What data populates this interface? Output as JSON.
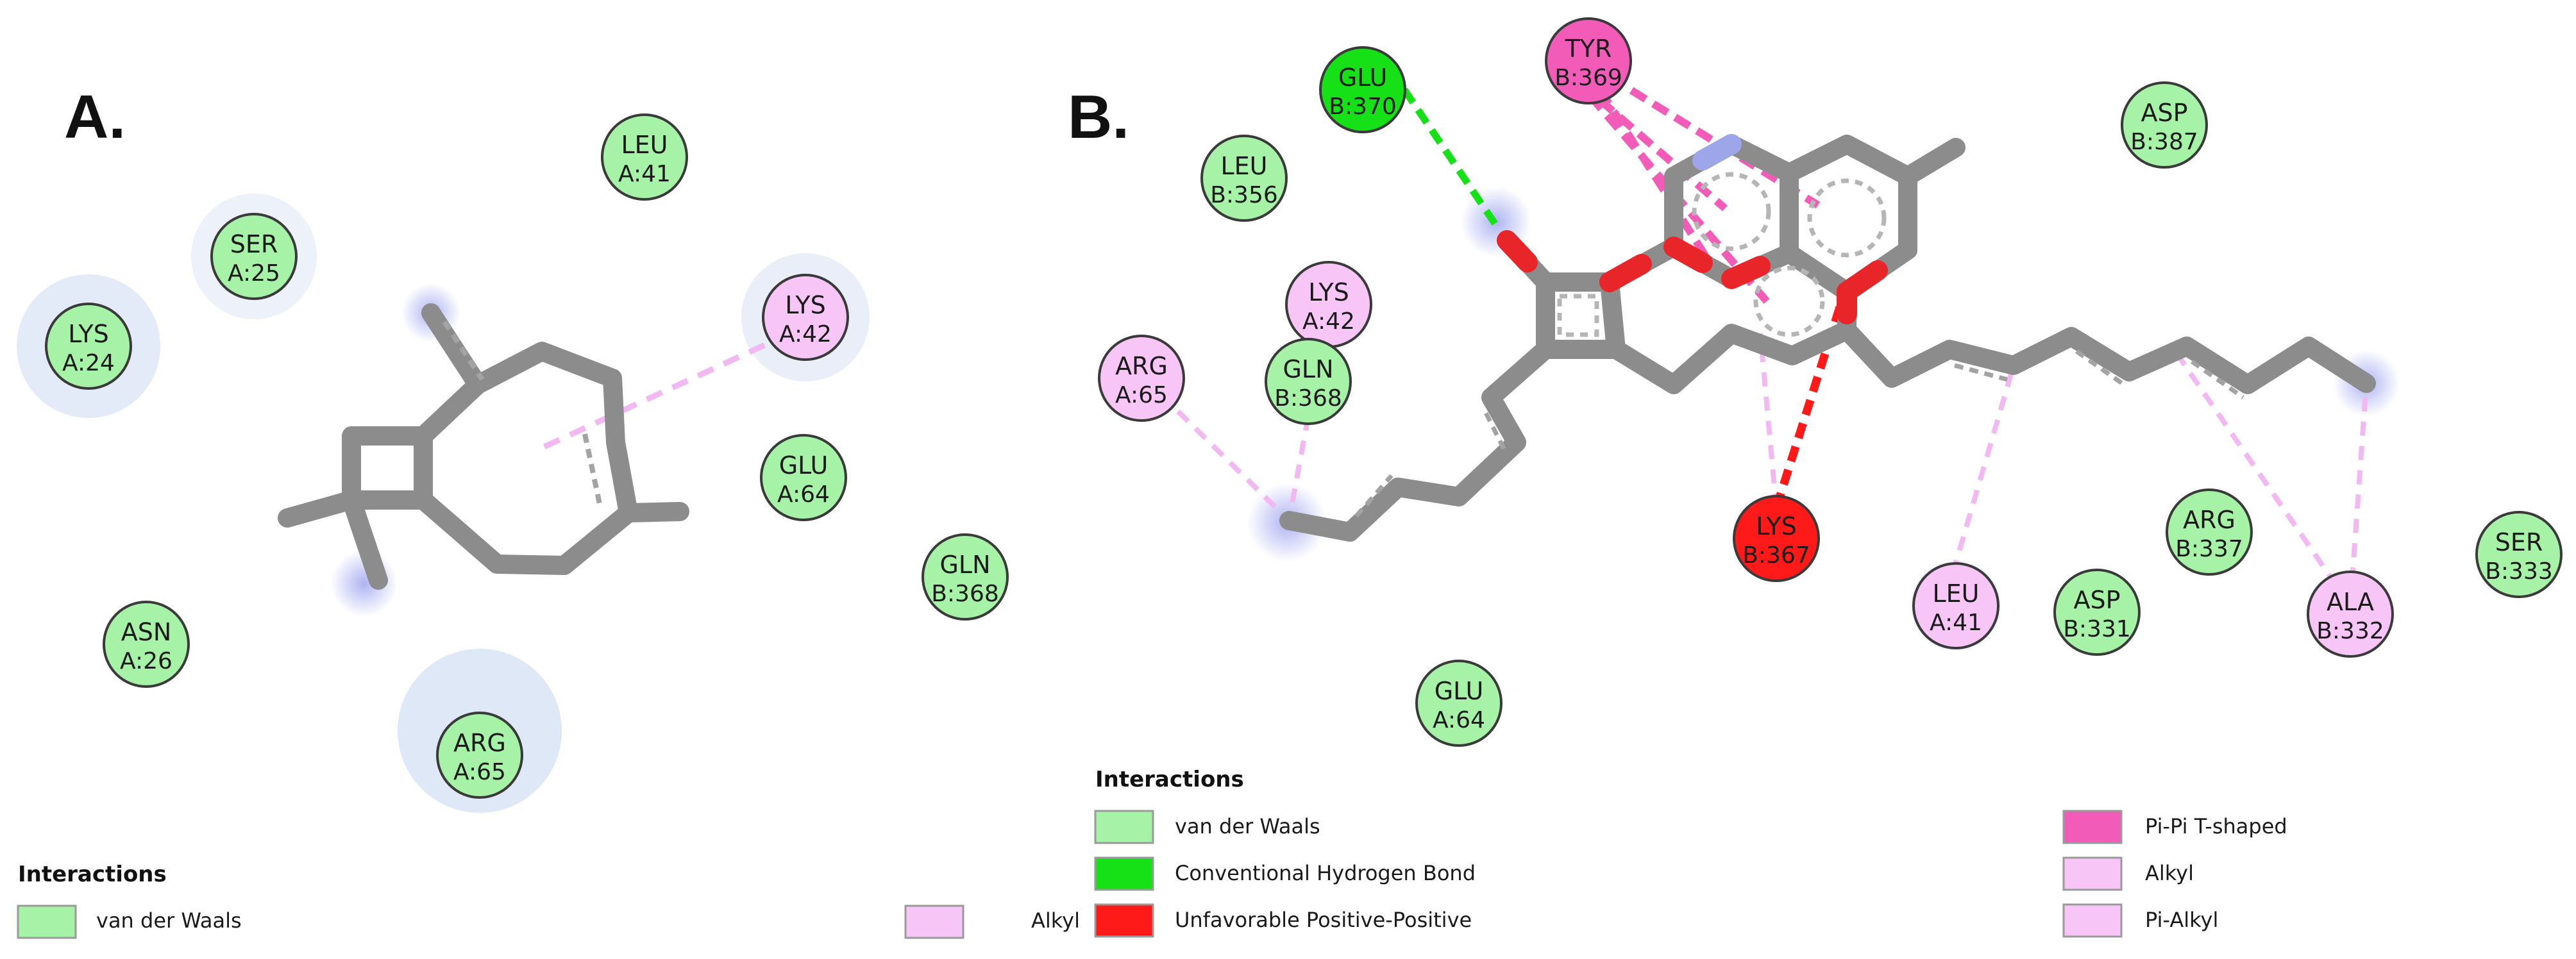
{
  "panels": [
    {
      "id": "A",
      "label": "A.",
      "residues": [
        {
          "name": "LEU",
          "id": "A:41",
          "type": "vdw"
        },
        {
          "name": "SER",
          "id": "A:25",
          "type": "vdw"
        },
        {
          "name": "LYS",
          "id": "A:24",
          "type": "vdw"
        },
        {
          "name": "LYS",
          "id": "A:42",
          "type": "alkyl"
        },
        {
          "name": "GLU",
          "id": "A:64",
          "type": "vdw"
        },
        {
          "name": "GLN",
          "id": "B:368",
          "type": "vdw"
        },
        {
          "name": "ASN",
          "id": "A:26",
          "type": "vdw"
        },
        {
          "name": "ARG",
          "id": "A:65",
          "type": "vdw"
        }
      ],
      "legend": {
        "title": "Interactions",
        "items": [
          {
            "label": "van der Waals",
            "color": "#a6f2a6"
          },
          {
            "label": "Alkyl",
            "color": "#f7c6f7"
          }
        ]
      }
    },
    {
      "id": "B",
      "label": "B.",
      "residues": [
        {
          "name": "GLU",
          "id": "B:370",
          "type": "hbond"
        },
        {
          "name": "TYR",
          "id": "B:369",
          "type": "pipi"
        },
        {
          "name": "ASP",
          "id": "B:387",
          "type": "vdw"
        },
        {
          "name": "LEU",
          "id": "B:356",
          "type": "vdw"
        },
        {
          "name": "LYS",
          "id": "A:42",
          "type": "alkyl"
        },
        {
          "name": "ARG",
          "id": "A:65",
          "type": "alkyl"
        },
        {
          "name": "GLN",
          "id": "B:368",
          "type": "vdw"
        },
        {
          "name": "LYS",
          "id": "B:367",
          "type": "unfav"
        },
        {
          "name": "ARG",
          "id": "B:337",
          "type": "vdw"
        },
        {
          "name": "SER",
          "id": "B:333",
          "type": "vdw"
        },
        {
          "name": "LEU",
          "id": "A:41",
          "type": "alkyl"
        },
        {
          "name": "ASP",
          "id": "B:331",
          "type": "vdw"
        },
        {
          "name": "ALA",
          "id": "B:332",
          "type": "alkyl"
        },
        {
          "name": "GLU",
          "id": "A:64",
          "type": "vdw"
        }
      ],
      "legend": {
        "title": "Interactions",
        "items": [
          {
            "label": "van der Waals",
            "color": "#a6f2a6"
          },
          {
            "label": "Conventional Hydrogen Bond",
            "color": "#16e016"
          },
          {
            "label": "Unfavorable Positive-Positive",
            "color": "#ff1a1a"
          },
          {
            "label": "Pi-Pi T-shaped",
            "color": "#f25cb8"
          },
          {
            "label": "Alkyl",
            "color": "#f7c6f7"
          },
          {
            "label": "Pi-Alkyl",
            "color": "#f7c6f7"
          }
        ]
      }
    }
  ],
  "colors": {
    "vdw": "#a6f2a6",
    "hbond": "#16e016",
    "unfav": "#ff1a1a",
    "pipi": "#f25cb8",
    "alkyl": "#f7c6f7",
    "bond_gray": "#8c8c8c",
    "oxygen_red": "#e8262a",
    "nitrogen_blue": "#9da6e8"
  }
}
